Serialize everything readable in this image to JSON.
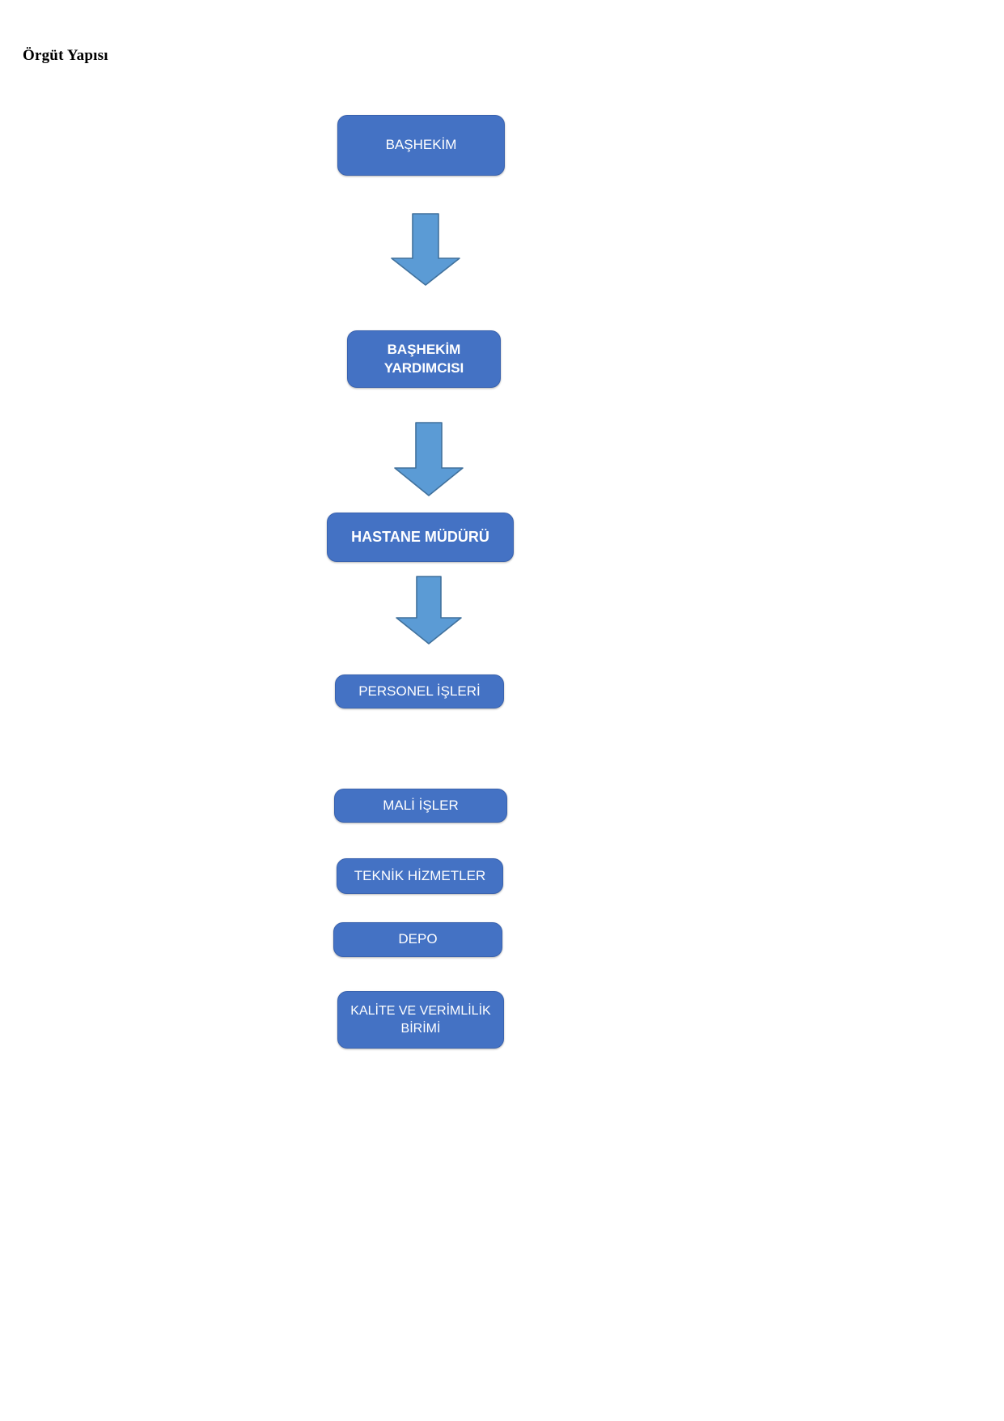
{
  "title": "Örgüt Yapısı",
  "chart_data": {
    "type": "diagram",
    "diagram_kind": "organizational-chart",
    "title": "Örgüt Yapısı",
    "orientation": "vertical top-down",
    "node_fill_color": "#4472C4",
    "node_border_color": "#3A63AF",
    "node_text_color": "#FFFFFF",
    "arrow_fill_color": "#5B9BD5",
    "arrow_border_color": "#41719C",
    "background_color": "#FFFFFF",
    "nodes": [
      {
        "id": "bashekim",
        "label": "BAŞHEKİM",
        "level": 1,
        "bold": false
      },
      {
        "id": "bashekim_yardimcisi",
        "label": "BAŞHEKİM\nYARDIMCISI",
        "level": 2,
        "bold": true
      },
      {
        "id": "hastane_muduru",
        "label": "HASTANE MÜDÜRÜ",
        "level": 3,
        "bold": true
      },
      {
        "id": "personel_isleri",
        "label": "PERSONEL İŞLERİ",
        "level": 4,
        "bold": false
      },
      {
        "id": "mali_isler",
        "label": "MALİ İŞLER",
        "level": 4,
        "bold": false
      },
      {
        "id": "teknik_hizmetler",
        "label": "TEKNİK HİZMETLER",
        "level": 4,
        "bold": false
      },
      {
        "id": "depo",
        "label": "DEPO",
        "level": 4,
        "bold": false
      },
      {
        "id": "kalite_ve_verimlilik",
        "label": "KALİTE VE VERİMLİLİK\nBİRİMİ",
        "level": 4,
        "bold": false
      }
    ],
    "edges": [
      {
        "from": "bashekim",
        "to": "bashekim_yardimcisi",
        "style": "block-arrow-down"
      },
      {
        "from": "bashekim_yardimcisi",
        "to": "hastane_muduru",
        "style": "block-arrow-down"
      },
      {
        "from": "hastane_muduru",
        "to": "personel_isleri",
        "style": "block-arrow-down"
      }
    ]
  },
  "boxes": {
    "bashekim": "BAŞHEKİM",
    "bashekim_yardimcisi": "BAŞHEKİM\nYARDIMCISI",
    "hastane_muduru": "HASTANE MÜDÜRÜ",
    "personel_isleri": "PERSONEL İŞLERİ",
    "mali_isler": "MALİ İŞLER",
    "teknik_hizmetler": "TEKNİK HİZMETLER",
    "depo": "DEPO",
    "kalite_ve_verimlilik": "KALİTE VE VERİMLİLİK\nBİRİMİ"
  }
}
